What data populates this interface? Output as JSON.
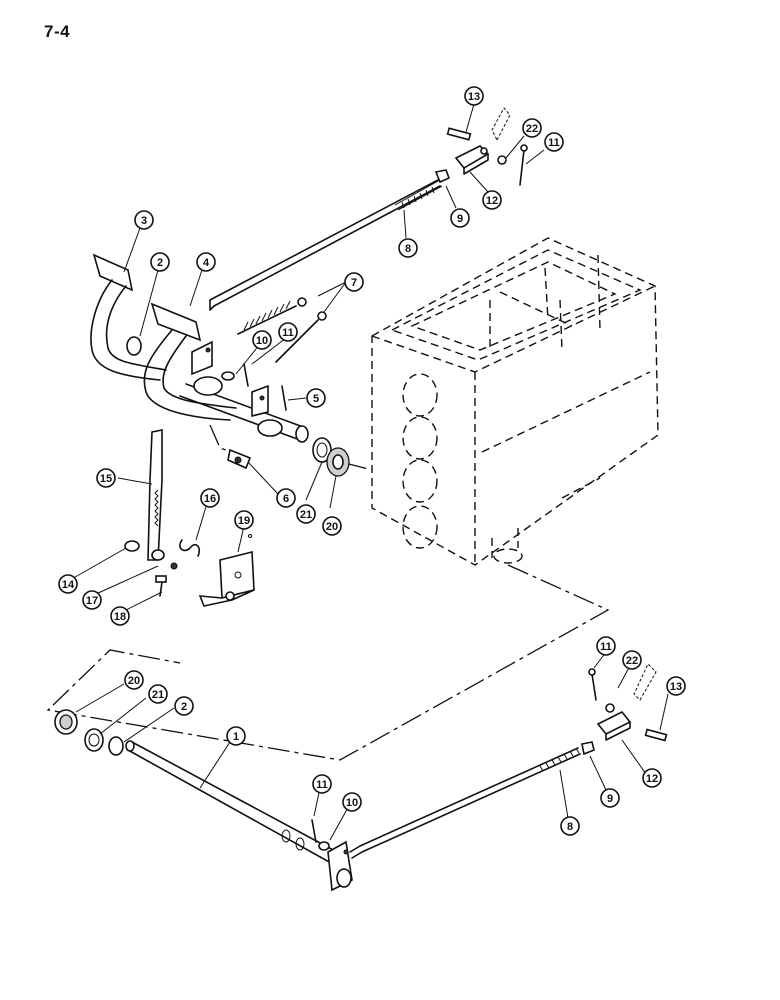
{
  "page_number": "7-4",
  "callouts": [
    {
      "id": "c13a",
      "label": "13"
    },
    {
      "id": "c22a",
      "label": "22"
    },
    {
      "id": "c11a",
      "label": "11"
    },
    {
      "id": "c12a",
      "label": "12"
    },
    {
      "id": "c9a",
      "label": "9"
    },
    {
      "id": "c8a",
      "label": "8"
    },
    {
      "id": "c3",
      "label": "3"
    },
    {
      "id": "c2a",
      "label": "2"
    },
    {
      "id": "c4",
      "label": "4"
    },
    {
      "id": "c7",
      "label": "7"
    },
    {
      "id": "c11b",
      "label": "11"
    },
    {
      "id": "c10a",
      "label": "10"
    },
    {
      "id": "c5",
      "label": "5"
    },
    {
      "id": "c15",
      "label": "15"
    },
    {
      "id": "c16",
      "label": "16"
    },
    {
      "id": "c19",
      "label": "19"
    },
    {
      "id": "c6",
      "label": "6"
    },
    {
      "id": "c21a",
      "label": "21"
    },
    {
      "id": "c20a",
      "label": "20"
    },
    {
      "id": "c14",
      "label": "14"
    },
    {
      "id": "c17",
      "label": "17"
    },
    {
      "id": "c18",
      "label": "18"
    },
    {
      "id": "c11c",
      "label": "11"
    },
    {
      "id": "c22b",
      "label": "22"
    },
    {
      "id": "c13b",
      "label": "13"
    },
    {
      "id": "c12b",
      "label": "12"
    },
    {
      "id": "c9b",
      "label": "9"
    },
    {
      "id": "c8b",
      "label": "8"
    },
    {
      "id": "c20b",
      "label": "20"
    },
    {
      "id": "c21b",
      "label": "21"
    },
    {
      "id": "c2b",
      "label": "2"
    },
    {
      "id": "c1",
      "label": "1"
    },
    {
      "id": "c11d",
      "label": "11"
    },
    {
      "id": "c10b",
      "label": "10"
    }
  ]
}
